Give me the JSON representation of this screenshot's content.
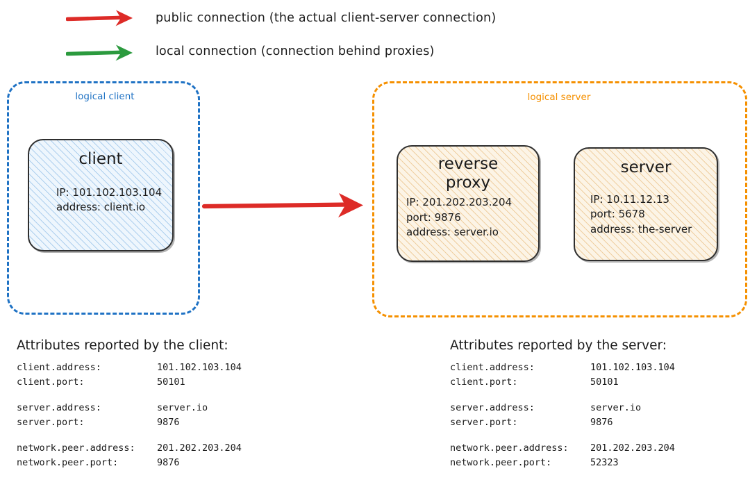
{
  "legend": {
    "items": [
      {
        "icon": "red-arrow-icon",
        "color": "#DD2B27",
        "label": "public connection (the actual client-server connection)"
      },
      {
        "icon": "green-arrow-icon",
        "color": "#2B9A3E",
        "label": "local connection (connection behind proxies)"
      }
    ]
  },
  "diagram": {
    "client_group": {
      "label": "logical client",
      "color": "#1F72C4",
      "node": {
        "title": "client",
        "attrs": "IP: 101.102.103.104\naddress: client.io"
      }
    },
    "server_group": {
      "label": "logical server",
      "color": "#F59000",
      "nodes": [
        {
          "title": "reverse\nproxy",
          "attrs": "IP: 201.202.203.204\nport: 9876\naddress: server.io"
        },
        {
          "title": "server",
          "attrs": "IP: 10.11.12.13\nport: 5678\naddress: the-server"
        }
      ]
    },
    "main_arrow": {
      "icon": "red-arrow-icon",
      "color": "#DD2B27"
    }
  },
  "attribute_panels": [
    {
      "heading": "Attributes reported by the client:",
      "groups": [
        [
          {
            "key": "client.address:",
            "value": "101.102.103.104"
          },
          {
            "key": "client.port:",
            "value": "50101"
          }
        ],
        [
          {
            "key": "server.address:",
            "value": "server.io"
          },
          {
            "key": "server.port:",
            "value": "9876"
          }
        ],
        [
          {
            "key": "network.peer.address:",
            "value": "201.202.203.204"
          },
          {
            "key": "network.peer.port:",
            "value": "9876"
          }
        ]
      ]
    },
    {
      "heading": "Attributes reported by the server:",
      "groups": [
        [
          {
            "key": "client.address:",
            "value": "101.102.103.104"
          },
          {
            "key": "client.port:",
            "value": "50101"
          }
        ],
        [
          {
            "key": "server.address:",
            "value": "server.io"
          },
          {
            "key": "server.port:",
            "value": "9876"
          }
        ],
        [
          {
            "key": "network.peer.address:",
            "value": "201.202.203.204"
          },
          {
            "key": "network.peer.port:",
            "value": "52323"
          }
        ]
      ]
    }
  ]
}
